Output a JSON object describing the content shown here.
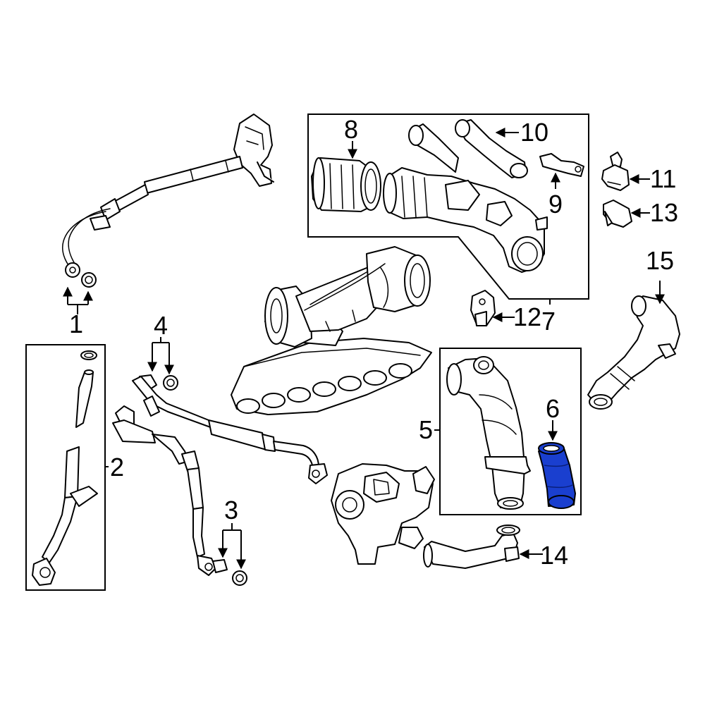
{
  "callouts": {
    "c1": "1",
    "c2": "2",
    "c3": "3",
    "c4": "4",
    "c5": "5",
    "c6": "6",
    "c7": "7",
    "c8": "8",
    "c9": "9",
    "c10": "10",
    "c11": "11",
    "c12": "12",
    "c13": "13",
    "c14": "14",
    "c15": "15"
  },
  "highlighted_part": "6",
  "colors": {
    "line": "#000000",
    "background": "#ffffff",
    "highlight": "#1a3fcf"
  }
}
